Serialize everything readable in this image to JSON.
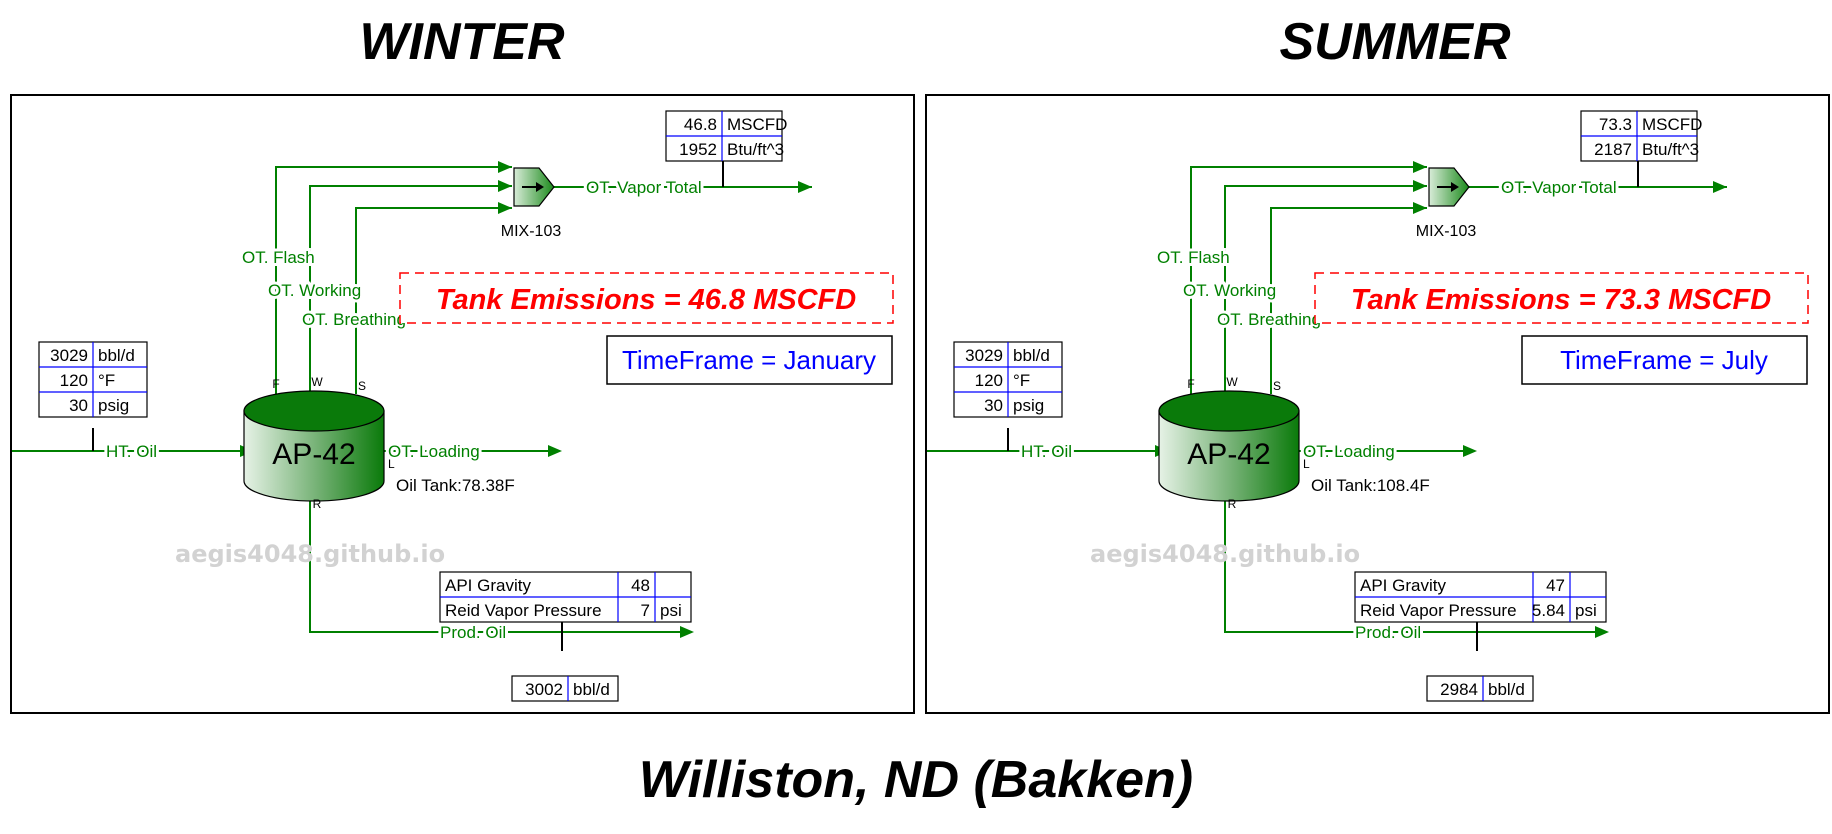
{
  "titles": {
    "left": "WINTER",
    "right": "SUMMER",
    "footer": "Williston, ND (Bakken)"
  },
  "watermark": "aegis4048.github.io",
  "colors": {
    "stream": "#008000",
    "emissions": "#ff0000",
    "timeframe": "#0000ff",
    "table_divider": "#0000ff"
  },
  "streams": {
    "flash": "OT. Flash",
    "working": "OT. Working",
    "breathing": "OT. Breathing",
    "vapor_total": "OT. Vapor Total",
    "loading": "OT. Loading",
    "inlet": "HT. Oil",
    "product": "Prod. Oil"
  },
  "mixer": {
    "name": "MIX-103",
    "icon": "arrow-right-icon"
  },
  "tank": {
    "name": "AP-42",
    "ports": {
      "flash": "F",
      "working": "W",
      "breathing": "S",
      "loading": "L",
      "residue": "R"
    }
  },
  "panels": {
    "winter": {
      "vapor_table": [
        {
          "value": "46.8",
          "unit": "MSCFD"
        },
        {
          "value": "1952",
          "unit": "Btu/ft^3"
        }
      ],
      "emissions": "Tank Emissions = 46.8 MSCFD",
      "timeframe": "TimeFrame = January",
      "feed_table": [
        {
          "value": "3029",
          "unit": "bbl/d"
        },
        {
          "value": "120",
          "unit": "°F"
        },
        {
          "value": "30",
          "unit": "psig"
        }
      ],
      "tank_label": "Oil Tank:78.38F",
      "oil_props": [
        {
          "name": "API Gravity",
          "value": "48",
          "unit": ""
        },
        {
          "name": "Reid Vapor Pressure",
          "value": "7",
          "unit": "psi"
        }
      ],
      "product_table": [
        {
          "value": "3002",
          "unit": "bbl/d"
        }
      ]
    },
    "summer": {
      "vapor_table": [
        {
          "value": "73.3",
          "unit": "MSCFD"
        },
        {
          "value": "2187",
          "unit": "Btu/ft^3"
        }
      ],
      "emissions": "Tank Emissions = 73.3 MSCFD",
      "timeframe": "TimeFrame = July",
      "feed_table": [
        {
          "value": "3029",
          "unit": "bbl/d"
        },
        {
          "value": "120",
          "unit": "°F"
        },
        {
          "value": "30",
          "unit": "psig"
        }
      ],
      "tank_label": "Oil Tank:108.4F",
      "oil_props": [
        {
          "name": "API Gravity",
          "value": "47",
          "unit": ""
        },
        {
          "name": "Reid Vapor Pressure",
          "value": "5.84",
          "unit": "psi"
        }
      ],
      "product_table": [
        {
          "value": "2984",
          "unit": "bbl/d"
        }
      ]
    }
  }
}
